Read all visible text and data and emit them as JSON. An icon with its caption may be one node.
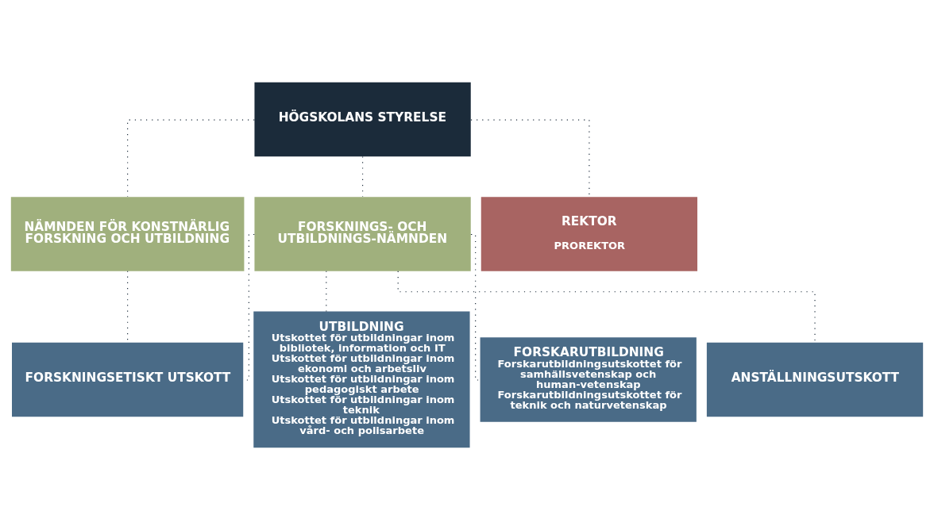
{
  "diagram": {
    "nodes": [
      {
        "text": [
          "HÖGSKOLANS STYRELSE"
        ]
      },
      {
        "text": [
          "NÄMNDEN FÖR KONSTNÄRLIG FORSKNING OCH UTBILDNING"
        ]
      },
      {
        "text": [
          "FORSKNINGS- OCH UTBILDNINGS-NÄMNDEN"
        ]
      },
      {
        "text": [
          "REKTOR",
          "PROREKTOR"
        ]
      },
      {
        "text": [
          "FORSKNINGSETISKT UTSKOTT"
        ]
      },
      {
        "text": [
          "UTBILDNING",
          "Utskottet för utbildningar inom bibliotek, information och IT",
          "Utskottet för utbildningar inom ekonomi och arbetsliv",
          "Utskottet för utbildningar inom pedagogiskt arbete",
          "Utskottet för utbildningar inom teknik",
          "Utskottet för utbildningar inom vård- och polisarbete"
        ]
      },
      {
        "text": [
          "FORSKARUTBILDNING",
          "Forskarutbildningsutskottet för samhällsvetenskap och human-vetenskap",
          "Forskarutbildningsutskottet för teknik och naturvetenskap"
        ]
      },
      {
        "text": [
          "ANSTÄLLNINGSUTSKOTT"
        ]
      }
    ],
    "edges": [
      {
        "from": 0,
        "to": 1,
        "arrow": "none",
        "style": "dashed"
      },
      {
        "from": 0,
        "to": 2,
        "arrow": "none",
        "style": "dashed"
      },
      {
        "from": 0,
        "to": 3,
        "arrow": "none",
        "style": "dashed"
      },
      {
        "from": 1,
        "to": 4,
        "arrow": "none",
        "style": "dashed"
      },
      {
        "from": 2,
        "to": 4,
        "arrow": "none",
        "style": "dashed"
      },
      {
        "from": 2,
        "to": 5,
        "arrow": "none",
        "style": "dashed"
      },
      {
        "from": 2,
        "to": 6,
        "arrow": "none",
        "style": "dashed"
      },
      {
        "from": 2,
        "to": 7,
        "arrow": "none",
        "style": "dashed"
      }
    ]
  }
}
